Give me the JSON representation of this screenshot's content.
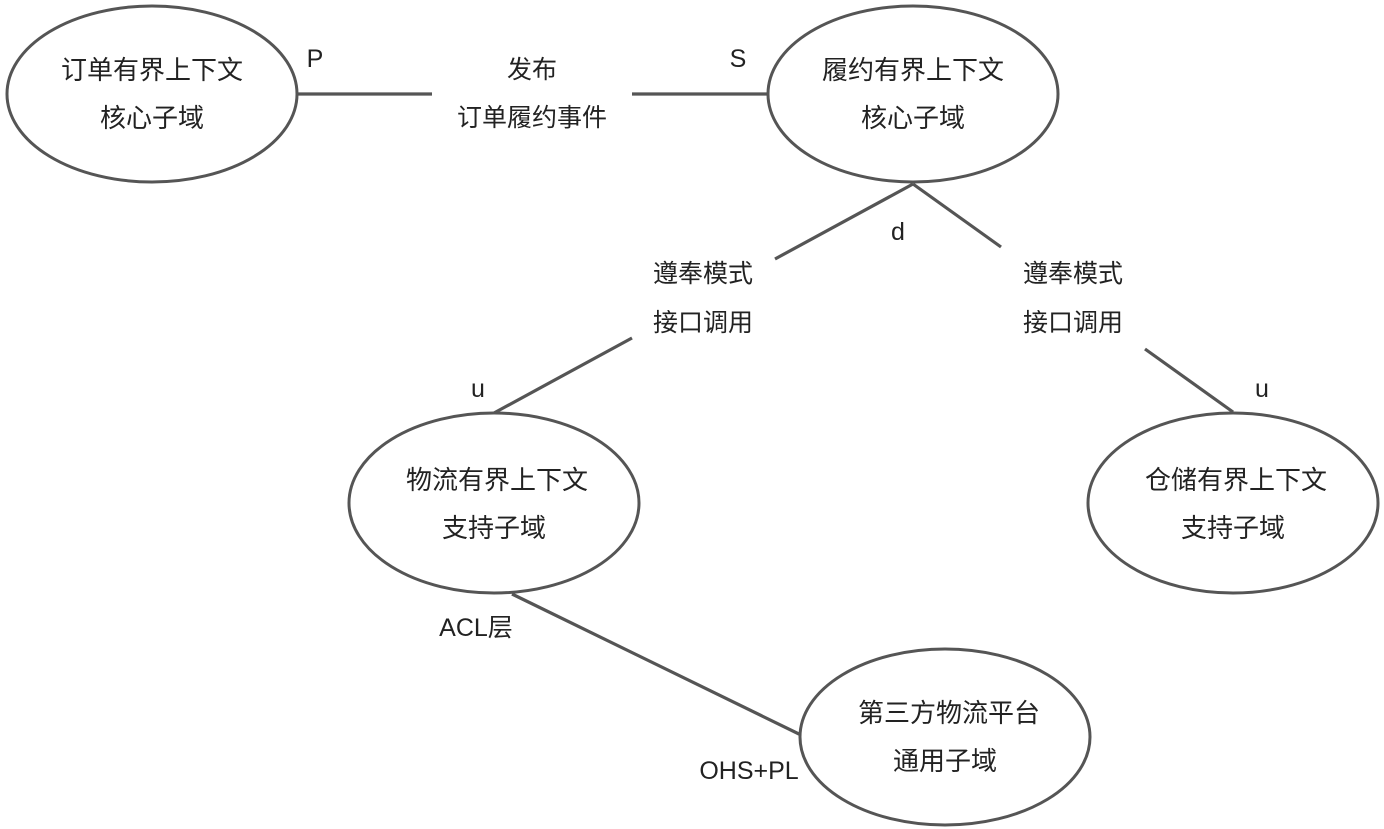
{
  "nodes": {
    "order": {
      "line1": "订单有界上下文",
      "line2": "核心子域"
    },
    "fulfillment": {
      "line1": "履约有界上下文",
      "line2": "核心子域"
    },
    "logistics": {
      "line1": "物流有界上下文",
      "line2": "支持子域"
    },
    "warehouse": {
      "line1": "仓储有界上下文",
      "line2": "支持子域"
    },
    "third_party": {
      "line1": "第三方物流平台",
      "line2": "通用子域"
    }
  },
  "edges": {
    "order_fulfillment": {
      "line1": "发布",
      "line2": "订单履约事件"
    },
    "fulfillment_logistics": {
      "line1": "遵奉模式",
      "line2": "接口调用"
    },
    "fulfillment_warehouse": {
      "line1": "遵奉模式",
      "line2": "接口调用"
    }
  },
  "tags": {
    "publisher": "P",
    "subscriber": "S",
    "downstream": "d",
    "upstream_logistics": "u",
    "upstream_warehouse": "u",
    "acl": "ACL层",
    "ohs_pl": "OHS+PL"
  },
  "colors": {
    "stroke": "#555555",
    "text": "#222222",
    "background": "#ffffff"
  }
}
